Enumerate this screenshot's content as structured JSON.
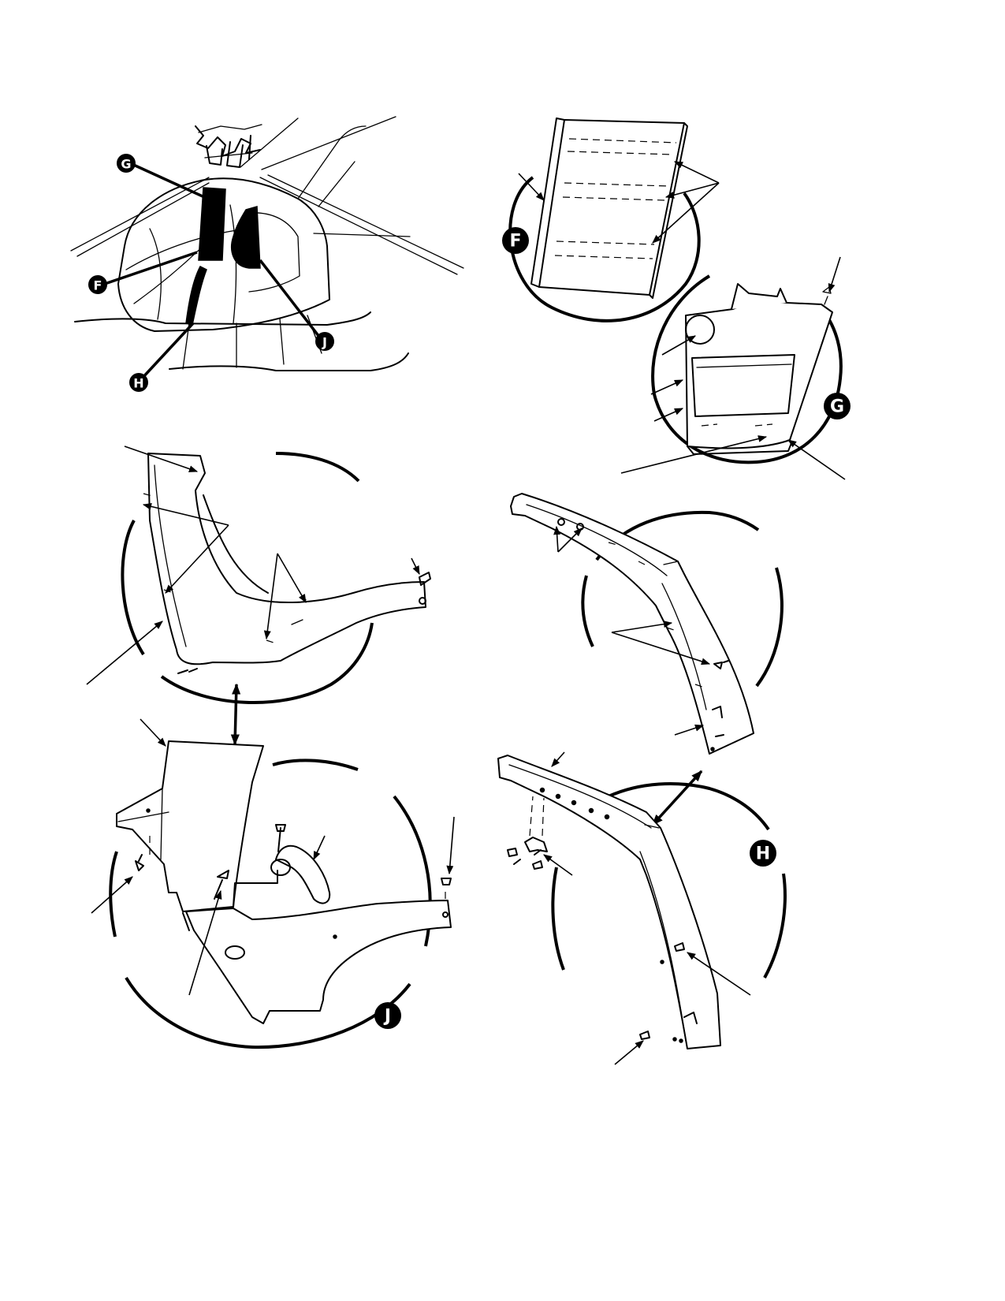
{
  "callouts": {
    "overview_g": "G",
    "overview_f": "F",
    "overview_h": "H",
    "overview_j": "J",
    "detail_f": "F",
    "detail_g": "G",
    "detail_h": "H",
    "detail_j": "J"
  },
  "colors": {
    "ink": "#000000",
    "paper": "#ffffff"
  }
}
